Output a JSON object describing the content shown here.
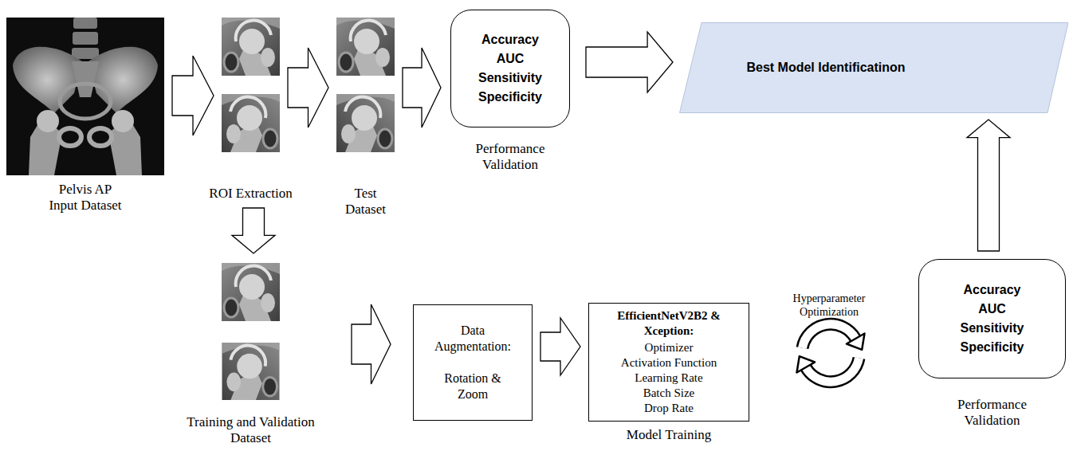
{
  "diagram": {
    "nodes": [
      {
        "text": [
          "Pelvis AP Input Dataset"
        ]
      },
      {
        "text": [
          "ROI Extraction"
        ]
      },
      {
        "text": [
          "Test Dataset"
        ]
      },
      {
        "text": [
          "Accuracy",
          "AUC",
          "Sensitivity",
          "Specificity",
          "Performance Validation"
        ]
      },
      {
        "text": [
          "Best Model Identificatinon"
        ]
      },
      {
        "text": [
          "Training and Validation Dataset"
        ]
      },
      {
        "text": [
          "Data Augmentation:",
          "Rotation & Zoom"
        ]
      },
      {
        "text": [
          "EfficientNetV2B2 & Xception:",
          "Optimizer",
          "Activation Function",
          "Learning Rate",
          "Batch Size",
          "Drop Rate",
          "Model Training"
        ]
      },
      {
        "text": [
          "Accuracy",
          "AUC",
          "Sensitivity",
          "Specificity",
          "Performance Validation"
        ]
      }
    ],
    "edges": [
      {
        "from": 0,
        "to": 1,
        "arrow": "to"
      },
      {
        "from": 1,
        "to": 2,
        "arrow": "to"
      },
      {
        "from": 2,
        "to": 3,
        "arrow": "to"
      },
      {
        "from": 3,
        "to": 4,
        "arrow": "to"
      },
      {
        "from": 1,
        "to": 5,
        "arrow": "to"
      },
      {
        "from": 5,
        "to": 6,
        "arrow": "to"
      },
      {
        "from": 6,
        "to": 7,
        "arrow": "to"
      },
      {
        "from": 8,
        "to": 4,
        "arrow": "to"
      }
    ],
    "labels": [
      "Hyperparameter Optimization"
    ]
  }
}
